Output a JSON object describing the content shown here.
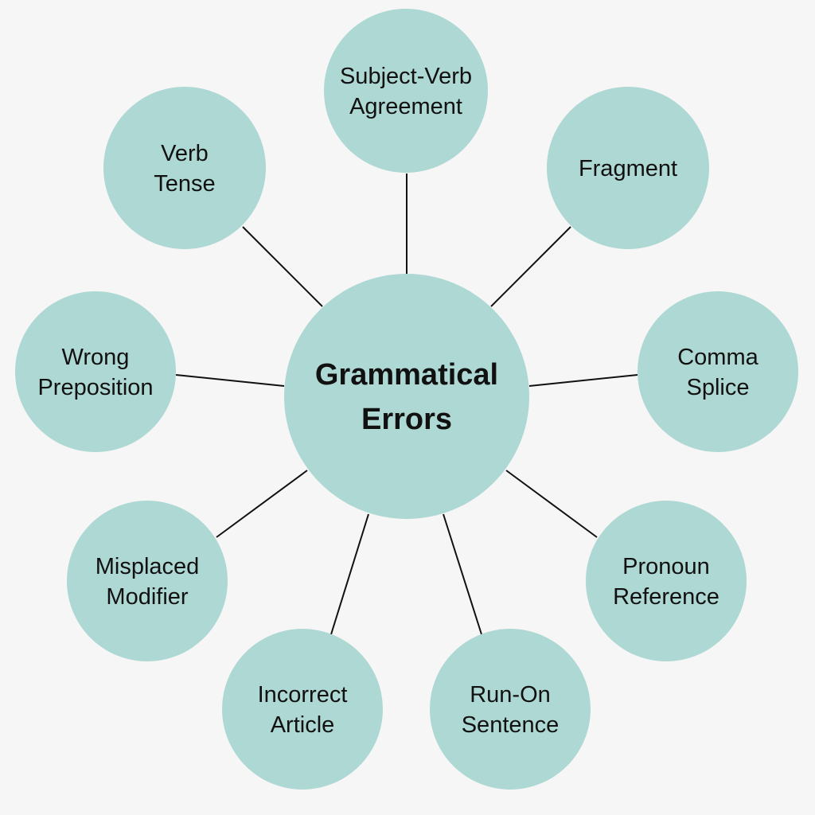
{
  "colors": {
    "background": "#f6f6f6",
    "node_fill": "#aed8d3",
    "line": "#111111",
    "text": "#111111"
  },
  "center": {
    "lines": [
      "Grammatical",
      "Errors"
    ]
  },
  "nodes": [
    {
      "lines": [
        "Subject-Verb",
        "Agreement"
      ]
    },
    {
      "lines": [
        "Fragment"
      ]
    },
    {
      "lines": [
        "Comma",
        "Splice"
      ]
    },
    {
      "lines": [
        "Pronoun",
        "Reference"
      ]
    },
    {
      "lines": [
        "Run-On",
        "Sentence"
      ]
    },
    {
      "lines": [
        "Incorrect",
        "Article"
      ]
    },
    {
      "lines": [
        "Misplaced",
        "Modifier"
      ]
    },
    {
      "lines": [
        "Wrong",
        "Preposition"
      ]
    },
    {
      "lines": [
        "Verb",
        "Tense"
      ]
    }
  ]
}
